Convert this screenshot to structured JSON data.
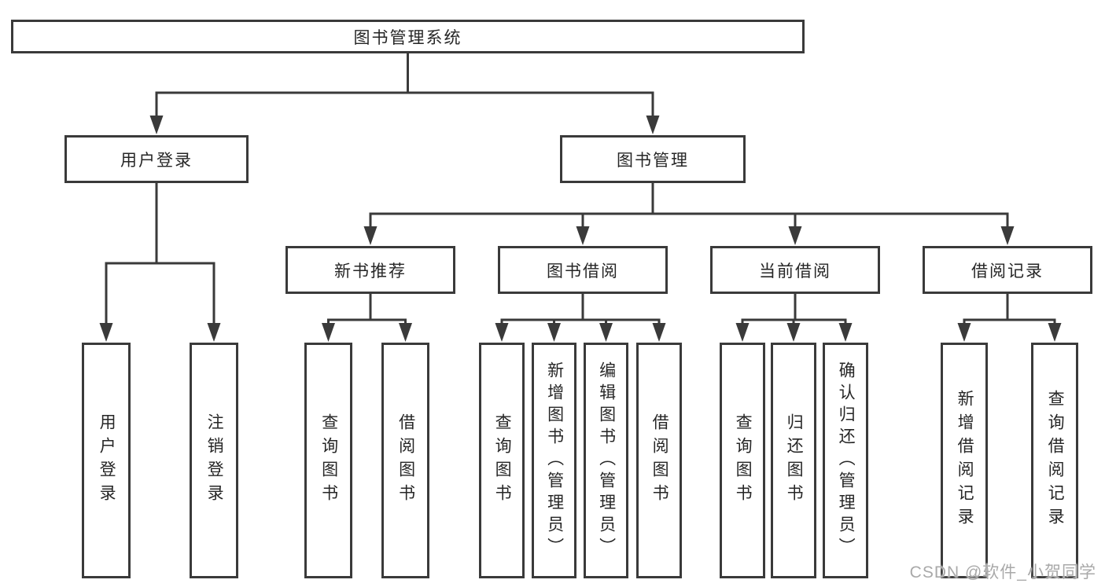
{
  "diagram": {
    "root": {
      "label": "图书管理系统"
    },
    "level2": [
      {
        "label": "用户登录"
      },
      {
        "label": "图书管理"
      }
    ],
    "level3": [
      {
        "label": "新书推荐"
      },
      {
        "label": "图书借阅"
      },
      {
        "label": "当前借阅"
      },
      {
        "label": "借阅记录"
      }
    ],
    "leaves": {
      "user_login": [
        {
          "label": "用户登录"
        },
        {
          "label": "注销登录"
        }
      ],
      "new_book_recommend": [
        {
          "label": "查询图书"
        },
        {
          "label": "借阅图书"
        }
      ],
      "book_borrow": [
        {
          "label": "查询图书"
        },
        {
          "label": "新增图书（管理员）"
        },
        {
          "label": "编辑图书（管理员）"
        },
        {
          "label": "借阅图书"
        }
      ],
      "current_borrow": [
        {
          "label": "查询图书"
        },
        {
          "label": "归还图书"
        },
        {
          "label": "确认归还（管理员）"
        }
      ],
      "borrow_record": [
        {
          "label": "新增借阅记录"
        },
        {
          "label": "查询借阅记录"
        }
      ]
    }
  },
  "watermark": {
    "text": "CSDN @软件_小贺同学"
  },
  "colors": {
    "stroke": "#3a3a3a",
    "text": "#262626",
    "watermark": "#a9a9a9",
    "background": "#ffffff"
  }
}
